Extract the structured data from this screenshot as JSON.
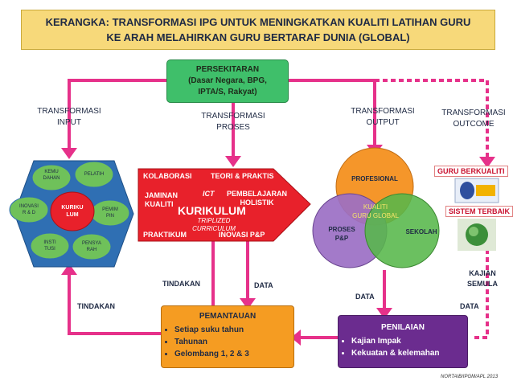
{
  "title": {
    "line1": "KERANGKA: TRANSFORMASI IPG UNTUK MENINGKATKAN KUALITI LATIHAN GURU",
    "line2": "KE ARAH MELAHIRKAN GURU BERTARAF DUNIA (GLOBAL)"
  },
  "environment": {
    "line1": "PERSEKITARAN",
    "line2": "(Dasar Negara, BPG,",
    "line3": "IPTA/S, Rakyat)"
  },
  "transformations": {
    "input": [
      "TRANSFORMASI",
      "INPUT"
    ],
    "process": [
      "TRANSFORMASI",
      "PROSES"
    ],
    "output": [
      "TRANSFORMASI",
      "OUTPUT"
    ],
    "outcome": [
      "TRANSFORMASI",
      "OUTCOME"
    ]
  },
  "input_hex": {
    "center": [
      "KURIKU",
      "LUM"
    ],
    "items": [
      [
        "KEMU",
        "DAHAN"
      ],
      [
        "PELATIH"
      ],
      [
        "PEMIM",
        "PIN"
      ],
      [
        "PENSYA",
        "RAH"
      ],
      [
        "INSTI",
        "TUSI"
      ],
      [
        "INOVASI",
        "R & D"
      ]
    ]
  },
  "curriculum": {
    "kolaborasi": "KOLABORASI",
    "teori": "TEORI & PRAKTIS",
    "jaminan": [
      "JAMINAN",
      "KUALITI"
    ],
    "ict": "ICT",
    "pembelajaran": [
      "PEMBELAJARAN",
      "HOLISTIK"
    ],
    "main": "KURIKULUM",
    "triplized": [
      "TRIPLIZED",
      "CURRICULUM"
    ],
    "praktikum": "PRAKTIKUM",
    "inovasi": "INOVASI P&P"
  },
  "venn": {
    "profesional": "PROFESIONAL",
    "proses": [
      "PROSES",
      "P&P"
    ],
    "sekolah": "SEKOLAH",
    "center": [
      "KUALITI",
      "GURU GLOBAL"
    ]
  },
  "outcome": {
    "guru": "GURU BERKUALITI",
    "sistem": "SISTEM TERBAIK",
    "kajian": [
      "KAJIAN",
      "SEMULA"
    ]
  },
  "flow_labels": {
    "tindakan_left": "TINDAKAN",
    "tindakan_mid": "TINDAKAN",
    "data_mid": "DATA",
    "data_right": "DATA",
    "data_far": "DATA"
  },
  "monitoring": {
    "title": "PEMANTAUAN",
    "items": [
      "Setiap suku tahun",
      "Tahunan",
      "Gelombang 1, 2 & 3"
    ]
  },
  "assessment": {
    "title": "PENILAIAN",
    "items": [
      "Kajian Impak",
      "Kekuatan & kelemahan"
    ]
  },
  "credit": "NORTAIB/IPGM/APL 2013",
  "colors": {
    "arrow": "#e6318a",
    "title_bg": "#f7d97a",
    "env_bg": "#3fbf6a",
    "hex_center": "#e8212b",
    "curriculum_bg": "#e8212b",
    "monitoring_bg": "#f59c22",
    "assessment_bg": "#6b2c8f",
    "venn_orange": "#f5962a",
    "venn_purple": "#9b6fc4",
    "venn_green": "#57b74a"
  }
}
